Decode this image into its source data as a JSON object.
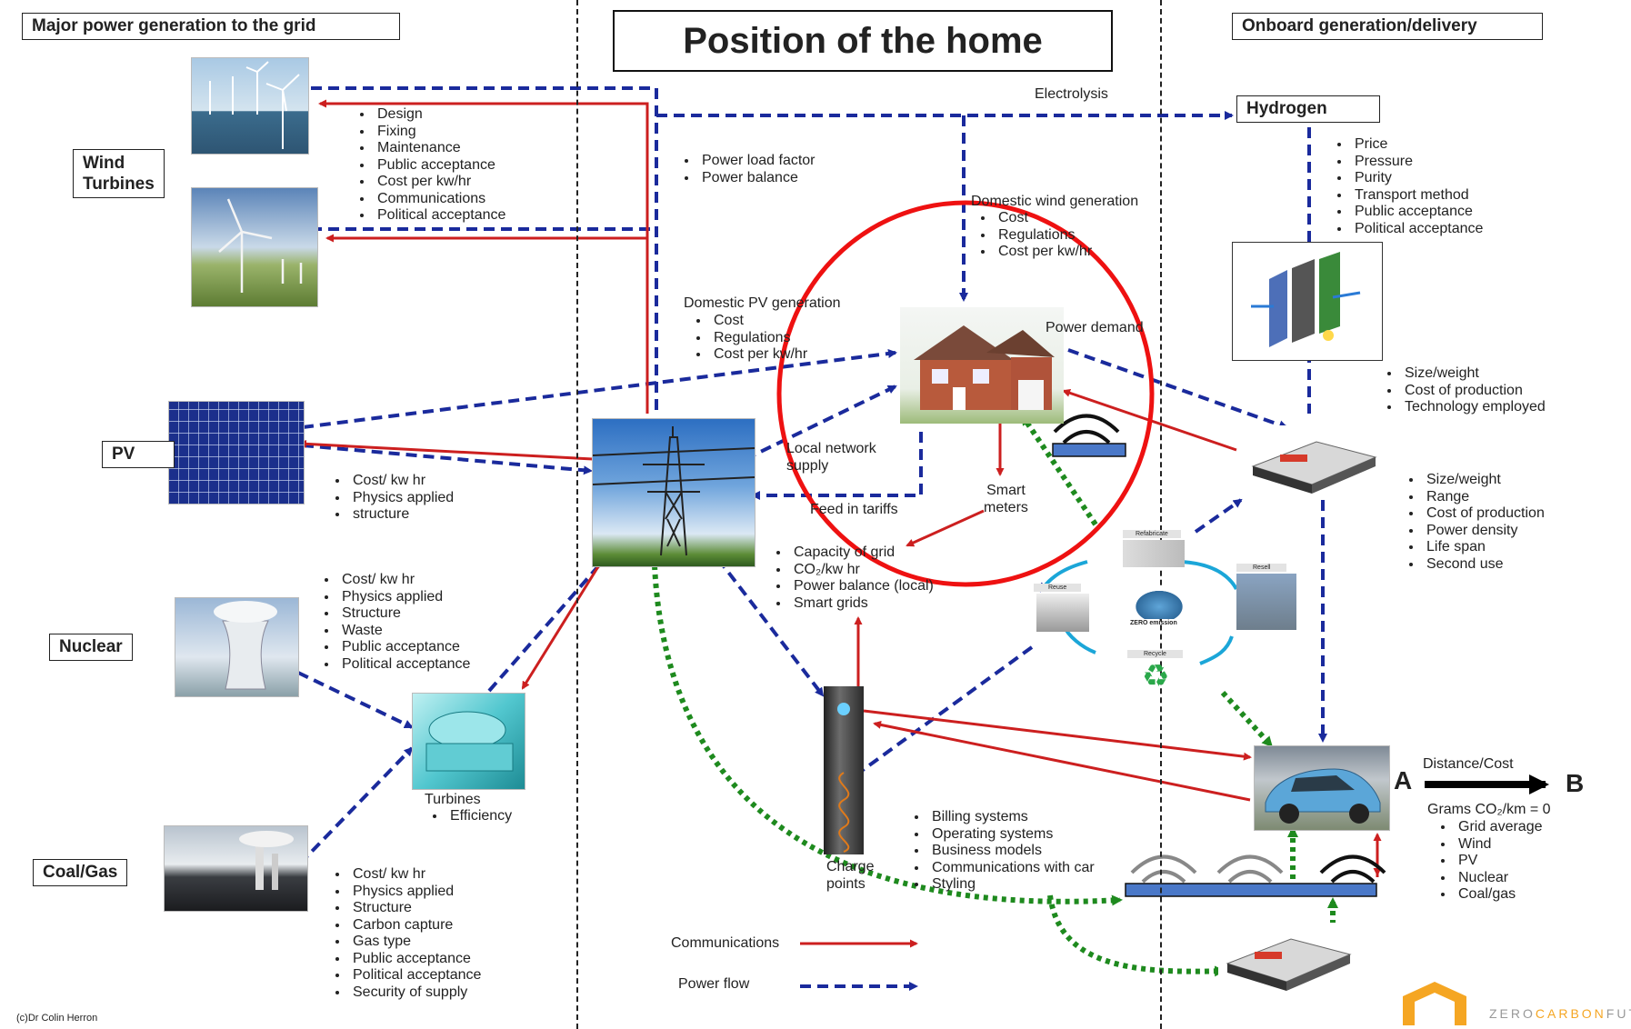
{
  "title": "Position of the home",
  "sections": {
    "left": "Major power generation to the grid",
    "right": "Onboard generation/delivery"
  },
  "nodes": {
    "wind": {
      "label": "Wind\nTurbines",
      "bullets": [
        "Design",
        "Fixing",
        "Maintenance",
        "Public acceptance",
        "Cost per kw/hr",
        "Communications",
        "Political acceptance"
      ]
    },
    "pv": {
      "label": "PV",
      "bullets": [
        "Cost/ kw hr",
        "Physics applied",
        "structure"
      ]
    },
    "nuclear": {
      "label": "Nuclear",
      "bullets": [
        "Cost/ kw hr",
        "Physics applied",
        "Structure",
        "Waste",
        "Public acceptance",
        "Political acceptance"
      ]
    },
    "coalgas": {
      "label": "Coal/Gas",
      "bullets": [
        "Cost/ kw hr",
        "Physics applied",
        "Structure",
        "Carbon capture",
        "Gas type",
        "Public acceptance",
        "Political acceptance",
        "Security of supply"
      ]
    },
    "turbines": {
      "label": "Turbines",
      "bullets": [
        "Efficiency"
      ]
    },
    "grid": {
      "bullets_top": [
        "Power load factor",
        "Power balance"
      ],
      "bullets_bottom": [
        "Capacity of grid",
        "CO₂/kw hr",
        "Power balance (local)",
        "Smart grids"
      ]
    },
    "home": {
      "pv_title": "Domestic PV generation",
      "pv_bullets": [
        "Cost",
        "Regulations",
        "Cost per kw/hr"
      ],
      "wind_title": "Domestic wind generation",
      "wind_bullets": [
        "Cost",
        "Regulations",
        "Cost per kw/hr"
      ],
      "power_demand": "Power demand",
      "local_network": "Local network\nsupply",
      "feed_in": "Feed in tariffs",
      "smart_meters": "Smart\nmeters"
    },
    "hydrogen": {
      "label": "Hydrogen",
      "electrolysis": "Electrolysis",
      "bullets": [
        "Price",
        "Pressure",
        "Purity",
        "Transport method",
        "Public acceptance",
        "Political acceptance"
      ],
      "fuelcell_bullets": [
        "Size/weight",
        "Cost of production",
        "Technology employed"
      ]
    },
    "battery": {
      "bullets": [
        "Size/weight",
        "Range",
        "Cost of production",
        "Power density",
        "Life span",
        "Second use"
      ]
    },
    "lifecycle": {
      "refabricate": "Refabricate",
      "resell": "Resell",
      "reuse": "Reuse",
      "recycle": "Recycle",
      "zero": "ZERO emission"
    },
    "charge": {
      "label": "Charge\npoints",
      "bullets": [
        "Billing systems",
        "Operating systems",
        "Business models",
        "Communications with car",
        "Styling"
      ]
    },
    "car": {
      "distance": "Distance/Cost",
      "a": "A",
      "b": "B",
      "grams": "Grams CO₂/km = 0",
      "bullets": [
        "Grid average",
        "Wind",
        "PV",
        "Nuclear",
        "Coal/gas"
      ]
    }
  },
  "legend": {
    "communications": "Communications",
    "power_flow": "Power flow"
  },
  "credit": "(c)Dr Colin Herron",
  "logo": {
    "part1": "ZERO",
    "part2": "CARBON",
    "part3": "FUT"
  },
  "colors": {
    "communications": "#cc1f1f",
    "power_flow": "#1a2a9c",
    "green_flow": "#1e8a1e",
    "highlight": "#ee1111",
    "logo_orange": "#f5a623"
  }
}
